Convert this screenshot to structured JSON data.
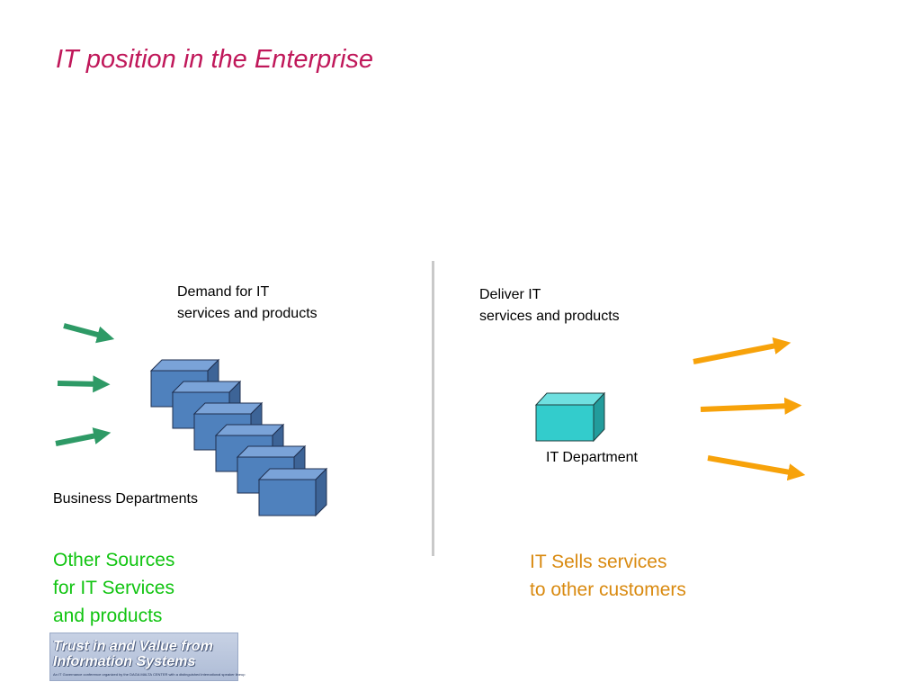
{
  "title": "IT position in the Enterprise",
  "left": {
    "demand_line1": "Demand for IT",
    "demand_line2": "services and products",
    "business_label": "Business Departments",
    "other_line1": "Other Sources",
    "other_line2": "for IT Services",
    "other_line3": "and products"
  },
  "right": {
    "deliver_line1": "Deliver IT",
    "deliver_line2": "services and products",
    "it_label": "IT Department",
    "sells_line1": "IT Sells services",
    "sells_line2": "to other customers"
  },
  "logo": {
    "line1": "Trust in and Value from",
    "line2": "Information Systems",
    "small": "An IT Governance conference organized by the DAGA MALTA CENTER with a distinguished international speaker lineup"
  },
  "colors": {
    "title": "#c0185a",
    "green_arrow": "#2e9a66",
    "orange_arrow": "#f7a20a",
    "business_box": "#4f81bd",
    "it_box": "#33cccc",
    "green_text": "#11c411",
    "orange_text": "#d98a10"
  }
}
